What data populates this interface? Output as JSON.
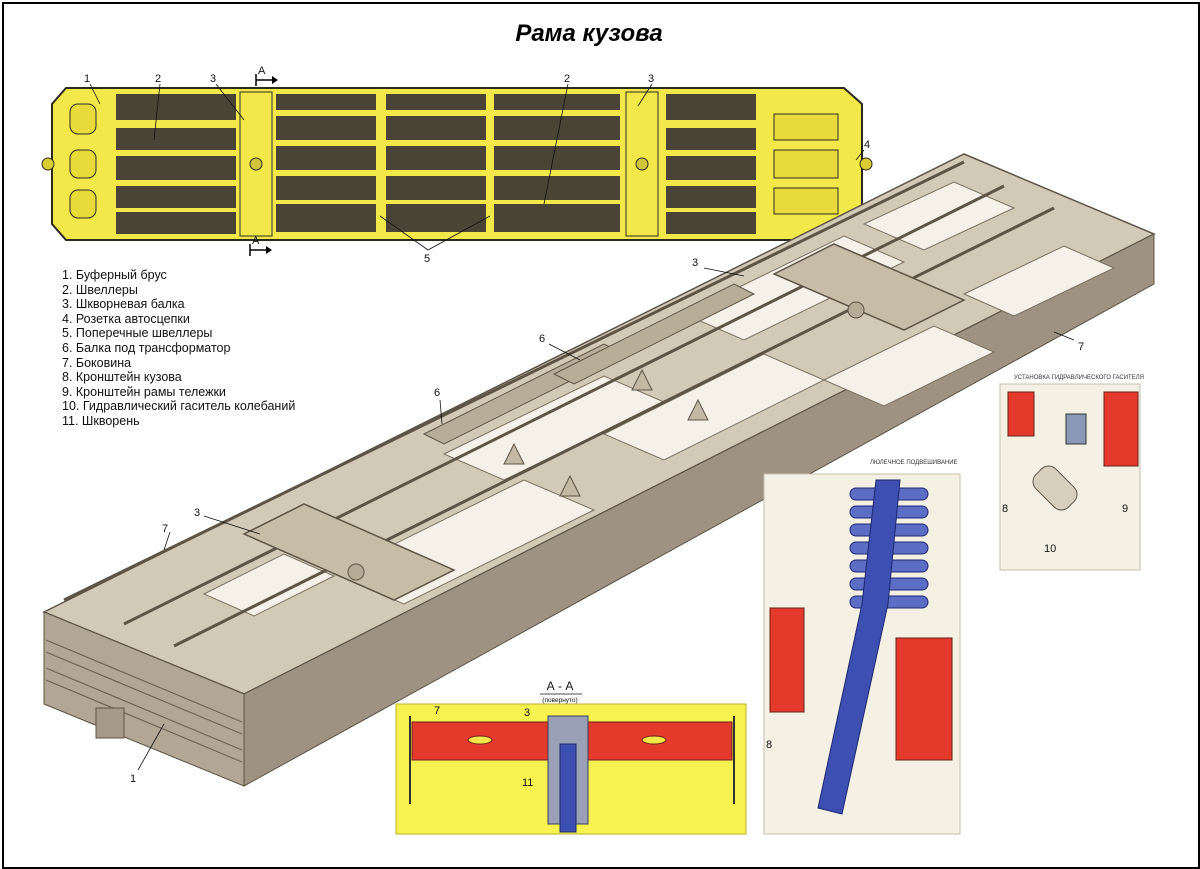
{
  "title": "Рама кузова",
  "legend": [
    "1. Буферный брус",
    "2. Швеллеры",
    "3. Шкворневая балка",
    "4. Розетка автосцепки",
    "5. Поперечные швеллеры",
    "6. Балка под трансформатор",
    "7. Боковина",
    "8. Кронштейн кузова",
    "9. Кронштейн рамы тележки",
    "10. Гидравлический гаситель колебаний",
    "11. Шкворень"
  ],
  "plan": {
    "section_mark": "А",
    "callouts": [
      "1",
      "2",
      "3",
      "2",
      "3",
      "4",
      "5"
    ]
  },
  "iso": {
    "callouts": [
      "3",
      "6",
      "6",
      "7",
      "3",
      "7",
      "1"
    ]
  },
  "section_aa": {
    "title": "А - А",
    "subtitle": "(повернуто)",
    "callouts": [
      "7",
      "3",
      "11"
    ]
  },
  "damper": {
    "title": "УСТАНОВКА ГИДРАВЛИЧЕСКОГО ГАСИТЕЛЯ",
    "callouts": [
      "8",
      "9",
      "10"
    ]
  },
  "spring": {
    "title": "ЛЮЛЕЧНОЕ ПОДВЕШИВАНИЕ",
    "callouts": [
      "8"
    ]
  },
  "colors": {
    "plan_yellow": "#f2e84a",
    "plan_dark": "#4a4436",
    "frame_grey": "#c9bfae",
    "frame_dark": "#8a7f70",
    "section_red": "#e43a2c",
    "pin_blue": "#3d4fb0"
  }
}
